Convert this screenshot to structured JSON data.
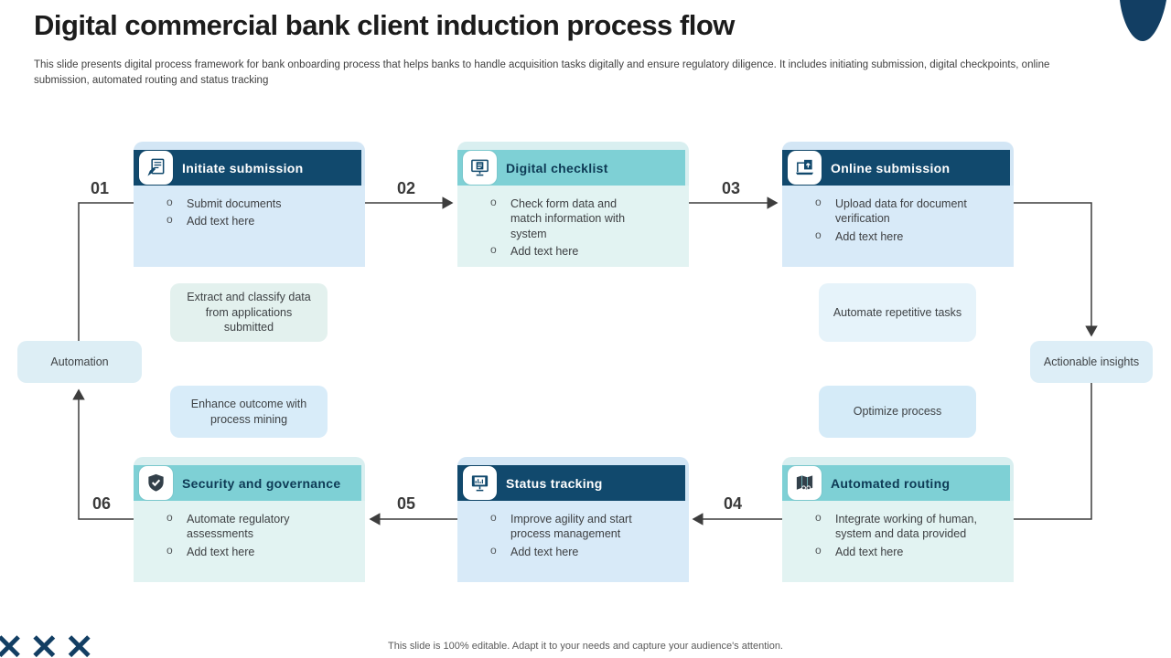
{
  "slide": {
    "title": "Digital commercial bank client induction process flow",
    "subtitle": "This slide presents digital process framework for bank onboarding process that helps banks to handle acquisition tasks digitally and ensure regulatory diligence. It includes initiating submission, digital checkpoints, online submission, automated routing and status tracking",
    "footer": "This slide is 100% editable. Adapt it to your needs and capture your audience's attention.",
    "x_marks": "✕ ✕ ✕"
  },
  "colors": {
    "navy": "#11496d",
    "teal": "#7ed0d5",
    "light_blue_body": "#d8eaf8",
    "light_cyan_body": "#e2f3f2",
    "line": "#3d3d3d",
    "accent_dark": "#123e63"
  },
  "steps": [
    {
      "id": "01",
      "title": "Initiate submission",
      "header": "navy",
      "icon": "document-pen-icon",
      "bullets": [
        "Submit documents",
        "Add text here"
      ]
    },
    {
      "id": "02",
      "title": "Digital checklist",
      "header": "teal",
      "icon": "monitor-checklist-icon",
      "bullets": [
        "Check form data and match information with system",
        "Add text here"
      ]
    },
    {
      "id": "03",
      "title": "Online submission",
      "header": "navy",
      "icon": "laptop-upload-icon",
      "bullets": [
        "Upload data for document verification",
        "Add text here"
      ]
    },
    {
      "id": "04",
      "title": "Automated routing",
      "header": "teal",
      "icon": "map-route-icon",
      "bullets": [
        "Integrate working of human, system and data provided",
        "Add text here"
      ]
    },
    {
      "id": "05",
      "title": "Status tracking",
      "header": "navy",
      "icon": "monitor-chart-icon",
      "bullets": [
        "Improve agility and start process management",
        "Add text here"
      ]
    },
    {
      "id": "06",
      "title": "Security and governance",
      "header": "teal",
      "icon": "shield-check-icon",
      "bullets": [
        "Automate regulatory assessments",
        "Add text here"
      ]
    }
  ],
  "callouts": [
    {
      "text": "Extract and classify data from applications submitted"
    },
    {
      "text": "Enhance outcome with process mining"
    },
    {
      "text": "Automate repetitive tasks"
    },
    {
      "text": "Optimize process"
    }
  ],
  "side_labels": {
    "automation": "Automation",
    "actionable_insights": "Actionable insights"
  }
}
